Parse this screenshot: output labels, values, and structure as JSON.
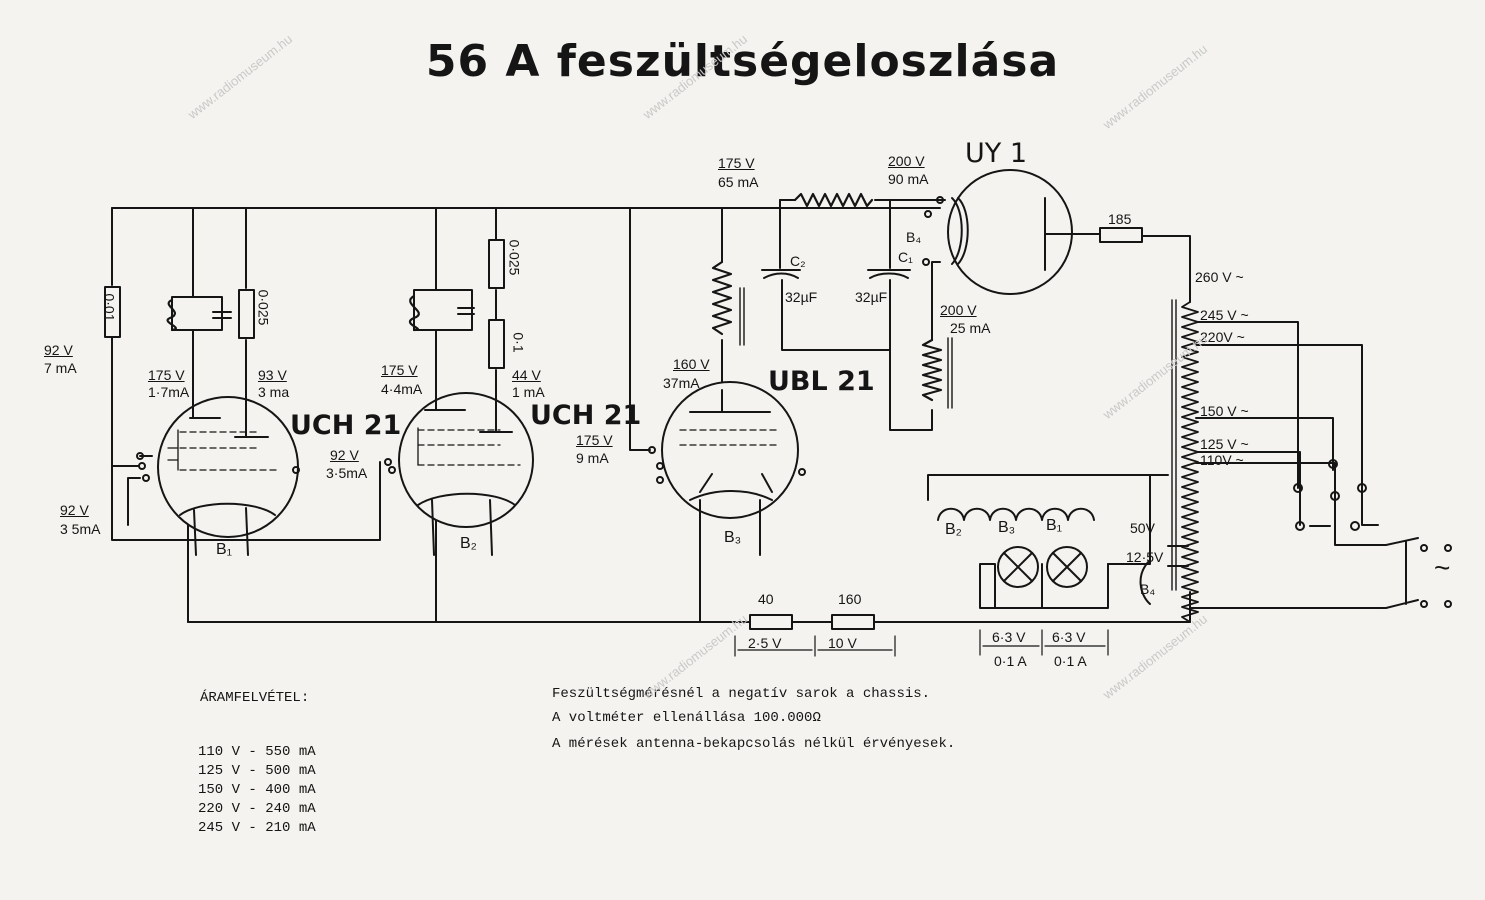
{
  "title": "56 A feszültségeloszlása",
  "tubes": {
    "uch1": "UCH 21",
    "uch2": "UCH 21",
    "ubl": "UBL 21",
    "uy": "UY 1"
  },
  "labels": {
    "v92a": "92 V",
    "ma7": "7 mA",
    "v175_1": "175 V",
    "ma17": "1·7mA",
    "v93": "93 V",
    "ma3": "3 ma",
    "v92b": "92 V",
    "ma35b": "3·5mA",
    "v92c": "92 V",
    "ma35c": "3 5mA",
    "v175_2": "175 V",
    "ma44": "4·4mA",
    "v44": "44 V",
    "ma1": "1 mA",
    "v175_3": "175 V",
    "ma9": "9 mA",
    "v160": "160 V",
    "ma37": "37mA",
    "v175_4": "175 V",
    "ma65": "65 mA",
    "v200a": "200 V",
    "ma90": "90 mA",
    "v200b": "200 V",
    "ma25": "25 mA",
    "r185": "185",
    "r40": "40",
    "r160": "160",
    "v25": "2·5 V",
    "v10": "10 V",
    "c2": "C₂",
    "c1": "C₁",
    "cap2": "32µF",
    "cap1": "32µF",
    "b4a": "B₄",
    "b4b": "B₄",
    "t260": "260 V ~",
    "t245": "245 V ~",
    "t220": "220V ~",
    "t150": "150 V ~",
    "t125": "125 V ~",
    "t110": "110V ~",
    "t50": "50V",
    "t125s": "12·5V",
    "b2h": "B₂",
    "b3h": "B₃",
    "b1h": "B₁",
    "b1": "B₁",
    "b2": "B₂",
    "b3": "B₃",
    "l63a": "6·3 V",
    "l63b": "6·3 V",
    "l01a": "0·1 A",
    "l01b": "0·1 A",
    "c001": "0·01",
    "c0025a": "0·025",
    "c0025b": "0·025",
    "c01": "0·1",
    "ac": "~"
  },
  "notes": [
    "Feszültségmérésnél a negatív sarok a chassis.",
    "A voltméter ellenállása 100.000Ω",
    "A mérések antenna-bekapcsolás nélkül érvényesek."
  ],
  "current": {
    "heading": "ÁRAMFELVÉTEL:",
    "rows": [
      "110 V - 550 mA",
      "125 V - 500 mA",
      "150 V - 400 mA",
      "220 V - 240 mA",
      "245 V - 210 mA"
    ]
  },
  "watermark": "www.radiomuseum.hu"
}
